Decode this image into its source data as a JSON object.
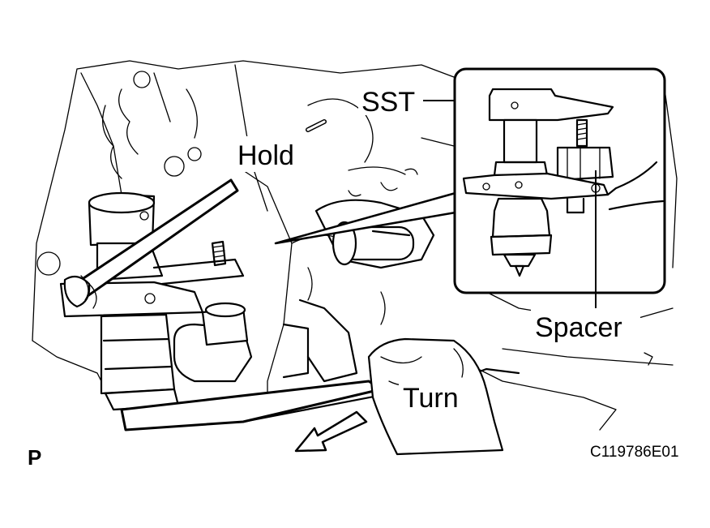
{
  "figure": {
    "callouts": {
      "sst": "SST",
      "hold": "Hold",
      "spacer": "Spacer",
      "turn": "Turn"
    },
    "view_marker": "P",
    "figure_code": "C119786E01"
  }
}
